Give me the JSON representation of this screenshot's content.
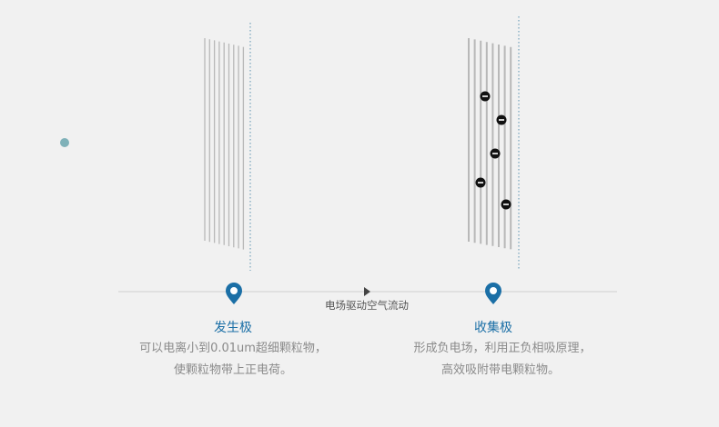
{
  "diagram": {
    "flow_label": "电场驱动空气流动",
    "stages": [
      {
        "title": "发生极",
        "desc_line1": "可以电离小到0.01um超细颗粒物，",
        "desc_line2": "使颗粒物带上正电荷。"
      },
      {
        "title": "收集极",
        "desc_line1": "形成负电场，利用正负相吸原理，",
        "desc_line2": "高效吸附带电颗粒物。"
      }
    ],
    "particle_marker": "−",
    "particle_count": 5
  },
  "colors": {
    "background": "#f1f1f1",
    "accent": "#1b6fa6",
    "dot": "#7fb1b8",
    "wire": "#b8b8b8",
    "dotted": "#8db2c6",
    "axis": "#cfcfcf",
    "desc": "#8a8a8a",
    "particle": "#111111"
  }
}
